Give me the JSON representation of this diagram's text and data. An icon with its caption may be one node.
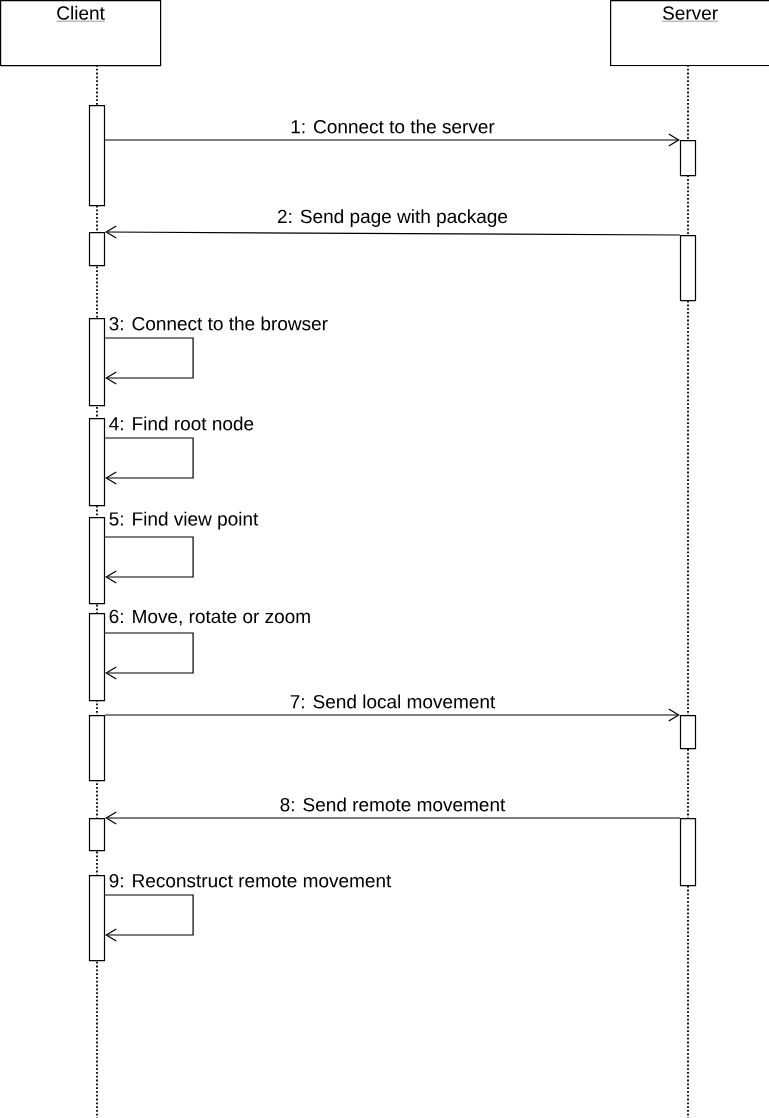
{
  "diagram": {
    "nodes": [
      {
        "text": [
          "Client"
        ]
      },
      {
        "text": [
          "Server"
        ]
      },
      {
        "text": [],
        "shape": "bar"
      },
      {
        "text": [],
        "shape": "bar"
      },
      {
        "text": [],
        "shape": "bar"
      },
      {
        "text": [],
        "shape": "bar"
      },
      {
        "text": [],
        "shape": "bar"
      },
      {
        "text": [],
        "shape": "bar"
      },
      {
        "text": [],
        "shape": "bar"
      },
      {
        "text": [],
        "shape": "bar"
      },
      {
        "text": [],
        "shape": "bar"
      },
      {
        "text": [],
        "shape": "bar"
      },
      {
        "text": [],
        "shape": "bar"
      },
      {
        "text": [],
        "shape": "bar"
      },
      {
        "text": [],
        "shape": "bar"
      }
    ],
    "edges": [
      {
        "from": 2,
        "to": 3,
        "arrow": "to",
        "label": "1: Connect to the server"
      },
      {
        "from": 4,
        "to": 5,
        "arrow": "to",
        "label": "2: Send page with package"
      },
      {
        "from": 6,
        "to": 6,
        "arrow": "to",
        "label": "3: Connect to the browser"
      },
      {
        "from": 7,
        "to": 7,
        "arrow": "to",
        "label": "4: Find root node"
      },
      {
        "from": 8,
        "to": 8,
        "arrow": "to",
        "label": "5: Find view point"
      },
      {
        "from": 9,
        "to": 9,
        "arrow": "to",
        "label": "6: Move, rotate or zoom"
      },
      {
        "from": 10,
        "to": 11,
        "arrow": "to",
        "label": "7: Send local movement"
      },
      {
        "from": 12,
        "to": 13,
        "arrow": "to",
        "label": "8: Send remote movement"
      },
      {
        "from": 14,
        "to": 14,
        "arrow": "to",
        "label": "9: Reconstruct remote movement"
      }
    ]
  }
}
